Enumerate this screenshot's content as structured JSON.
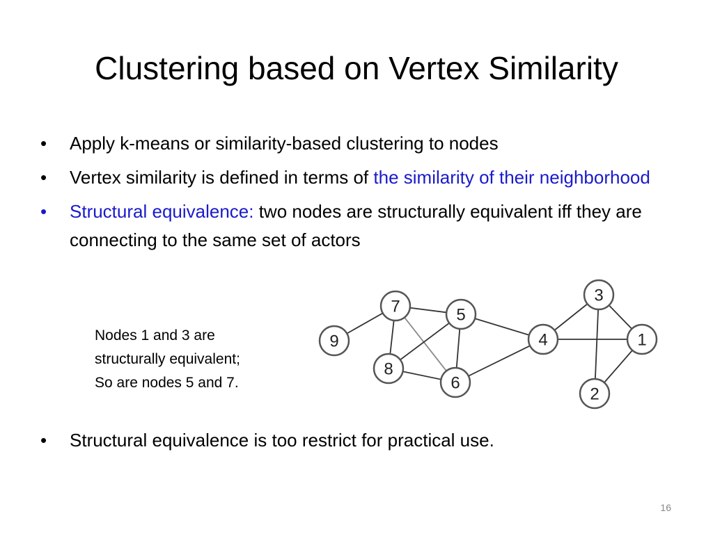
{
  "slide": {
    "title": "Clustering based on Vertex Similarity",
    "bullets": [
      {
        "text": "Apply k-means or similarity-based clustering to nodes"
      },
      {
        "text": "Vertex similarity is defined in terms of ",
        "highlight": "the similarity of their neighborhood"
      },
      {
        "highlight": "Structural equivalence:",
        "text": " two nodes are structurally equivalent iff they are connecting to the same set of actors"
      }
    ],
    "bullet_symbol": "•",
    "note_lines": [
      "Nodes 1 and 3 are",
      "structurally equivalent;",
      "So are nodes 5 and 7."
    ],
    "last_bullet": "Structural equivalence is too restrict for practical use.",
    "page_number": "16",
    "accent_color": "#1a1acc"
  },
  "graph": {
    "nodes": [
      {
        "id": "1",
        "label": "1"
      },
      {
        "id": "2",
        "label": "2"
      },
      {
        "id": "3",
        "label": "3"
      },
      {
        "id": "4",
        "label": "4"
      },
      {
        "id": "5",
        "label": "5"
      },
      {
        "id": "6",
        "label": "6"
      },
      {
        "id": "7",
        "label": "7"
      },
      {
        "id": "8",
        "label": "8"
      },
      {
        "id": "9",
        "label": "9"
      }
    ],
    "edges": [
      [
        "9",
        "7"
      ],
      [
        "7",
        "5"
      ],
      [
        "7",
        "8"
      ],
      [
        "7",
        "6"
      ],
      [
        "5",
        "8"
      ],
      [
        "5",
        "6"
      ],
      [
        "5",
        "4"
      ],
      [
        "8",
        "6"
      ],
      [
        "6",
        "4"
      ],
      [
        "4",
        "3"
      ],
      [
        "4",
        "1"
      ],
      [
        "3",
        "1"
      ],
      [
        "3",
        "2"
      ],
      [
        "1",
        "2"
      ]
    ]
  }
}
